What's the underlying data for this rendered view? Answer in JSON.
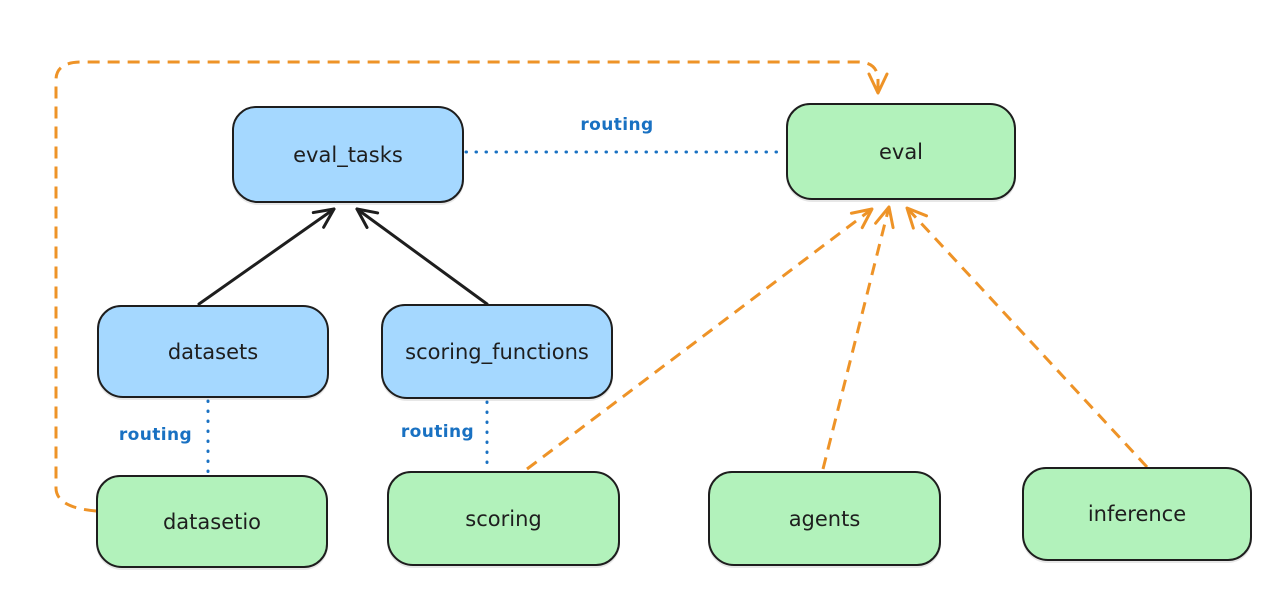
{
  "diagram": {
    "nodes": [
      {
        "id": "eval_tasks",
        "label": "eval_tasks",
        "fill": "#a5d8ff"
      },
      {
        "id": "eval",
        "label": "eval",
        "fill": "#b2f2bb"
      },
      {
        "id": "datasets",
        "label": "datasets",
        "fill": "#a5d8ff"
      },
      {
        "id": "scoring_functions",
        "label": "scoring_functions",
        "fill": "#a5d8ff"
      },
      {
        "id": "datasetio",
        "label": "datasetio",
        "fill": "#b2f2bb"
      },
      {
        "id": "scoring",
        "label": "scoring",
        "fill": "#b2f2bb"
      },
      {
        "id": "agents",
        "label": "agents",
        "fill": "#b2f2bb"
      },
      {
        "id": "inference",
        "label": "inference",
        "fill": "#b2f2bb"
      }
    ],
    "edge_labels": [
      {
        "text": "routing",
        "between": [
          "eval_tasks",
          "eval"
        ]
      },
      {
        "text": "routing",
        "between": [
          "datasets",
          "datasetio"
        ]
      },
      {
        "text": "routing",
        "between": [
          "scoring_functions",
          "scoring"
        ]
      }
    ],
    "edges": [
      {
        "from": "datasets",
        "to": "eval_tasks",
        "style": "solid-black-arrow"
      },
      {
        "from": "scoring_functions",
        "to": "eval_tasks",
        "style": "solid-black-arrow"
      },
      {
        "from": "eval_tasks",
        "to": "eval",
        "style": "dotted-blue",
        "label": "routing"
      },
      {
        "from": "datasets",
        "to": "datasetio",
        "style": "dotted-blue",
        "label": "routing"
      },
      {
        "from": "scoring_functions",
        "to": "scoring",
        "style": "dotted-blue",
        "label": "routing"
      },
      {
        "from": "datasetio",
        "to": "eval",
        "style": "dashed-orange-arrow"
      },
      {
        "from": "scoring",
        "to": "eval",
        "style": "dashed-orange-arrow"
      },
      {
        "from": "agents",
        "to": "eval",
        "style": "dashed-orange-arrow"
      },
      {
        "from": "inference",
        "to": "eval",
        "style": "dashed-orange-arrow"
      }
    ],
    "colors": {
      "background": "#ffffff",
      "node_border": "#1e1e1e",
      "blue_fill": "#a5d8ff",
      "green_fill": "#b2f2bb",
      "routing_blue": "#1971c2",
      "dashed_orange": "#ee9327",
      "solid_black": "#1e1e1e"
    }
  }
}
